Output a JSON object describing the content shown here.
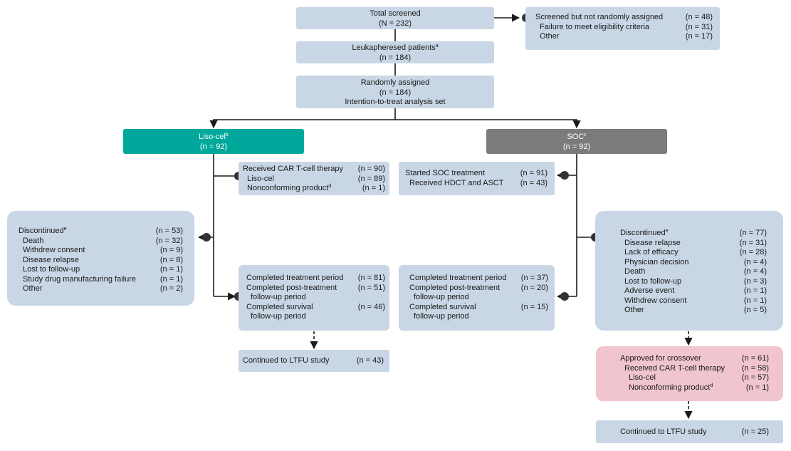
{
  "total_screened": {
    "title": "Total screened",
    "n": "(N = 232)"
  },
  "not_assigned": {
    "rows": [
      {
        "label": "Screened but not randomly assigned",
        "n": "(n = 48)"
      },
      {
        "label": "Failure to meet eligibility criteria",
        "n": "(n = 31)"
      },
      {
        "label": "Other",
        "n": "(n = 17)"
      }
    ]
  },
  "leukapheresed": {
    "title": "Leukapheresed patients",
    "sup": "a",
    "n": "(n = 184)"
  },
  "randomized": {
    "title": "Randomly assigned",
    "n": "(n = 184)",
    "subtitle": "Intention-to-treat analysis set"
  },
  "liso_arm": {
    "title": "Liso-cel",
    "sup": "b",
    "n": "(n = 92)"
  },
  "soc_arm": {
    "title": "SOC",
    "sup": "c",
    "n": "(n = 92)"
  },
  "liso_received": {
    "rows": [
      {
        "label": "Received CAR T-cell therapy",
        "n": "(n = 90)"
      },
      {
        "label": "Liso-cel",
        "n": "(n = 89)"
      },
      {
        "label": "Nonconforming product",
        "sup": "d",
        "n": "(n = 1)"
      }
    ]
  },
  "soc_started": {
    "rows": [
      {
        "label": "Started SOC treatment",
        "n": "(n = 91)"
      },
      {
        "label": "Received HDCT and ASCT",
        "n": "(n = 43)"
      }
    ]
  },
  "liso_discontinued": {
    "rows": [
      {
        "label": "Discontinued",
        "sup": "e",
        "n": "(n = 53)"
      },
      {
        "label": "Death",
        "n": "(n = 32)"
      },
      {
        "label": "Withdrew consent",
        "n": "(n = 9)"
      },
      {
        "label": "Disease relapse",
        "n": "(n = 8)"
      },
      {
        "label": "Lost to follow-up",
        "n": "(n = 1)"
      },
      {
        "label": "Study drug manufacturing failure",
        "n": "(n = 1)"
      },
      {
        "label": "Other",
        "n": "(n = 2)"
      }
    ]
  },
  "soc_discontinued": {
    "rows": [
      {
        "label": "Discontinued",
        "sup": "e",
        "n": "(n = 77)"
      },
      {
        "label": "Disease relapse",
        "n": "(n = 31)"
      },
      {
        "label": "Lack of efficacy",
        "n": "(n = 28)"
      },
      {
        "label": "Physician decision",
        "n": "(n = 4)"
      },
      {
        "label": "Death",
        "n": "(n = 4)"
      },
      {
        "label": "Lost to follow-up",
        "n": "(n = 3)"
      },
      {
        "label": "Adverse event",
        "n": "(n = 1)"
      },
      {
        "label": "Withdrew consent",
        "n": "(n = 1)"
      },
      {
        "label": "Other",
        "n": "(n = 5)"
      }
    ]
  },
  "liso_completed": {
    "rows": [
      {
        "label": "Completed treatment period",
        "n": "(n = 81)"
      },
      {
        "label": "Completed post-treatment",
        "n": "(n = 51)"
      },
      {
        "label": "follow-up period",
        "n": ""
      },
      {
        "label": "Completed survival",
        "n": "(n = 46)"
      },
      {
        "label": "follow-up period",
        "n": ""
      }
    ]
  },
  "soc_completed": {
    "rows": [
      {
        "label": "Completed treatment period",
        "n": "(n = 37)"
      },
      {
        "label": "Completed post-treatment",
        "n": "(n = 20)"
      },
      {
        "label": "follow-up period",
        "n": ""
      },
      {
        "label": "Completed survival",
        "n": "(n = 15)"
      },
      {
        "label": "follow-up period",
        "n": ""
      }
    ]
  },
  "crossover": {
    "rows": [
      {
        "label": "Approved for crossover",
        "n": "(n = 61)"
      },
      {
        "label": "Received CAR T-cell therapy",
        "n": "(n = 58)"
      },
      {
        "label": "Liso-cel",
        "n": "(n = 57)"
      },
      {
        "label": "Nonconforming product",
        "sup": "d",
        "n": "(n = 1)"
      }
    ]
  },
  "liso_ltfu": {
    "label": "Continued to LTFU study",
    "n": "(n = 43)"
  },
  "soc_ltfu": {
    "label": "Continued to LTFU study",
    "n": "(n = 25)"
  },
  "colors": {
    "box": "#c9d6e5",
    "liso": "#00a89c",
    "soc": "#7b7b7b",
    "crossover": "#f0c5cd",
    "line": "#1a1a1a"
  }
}
